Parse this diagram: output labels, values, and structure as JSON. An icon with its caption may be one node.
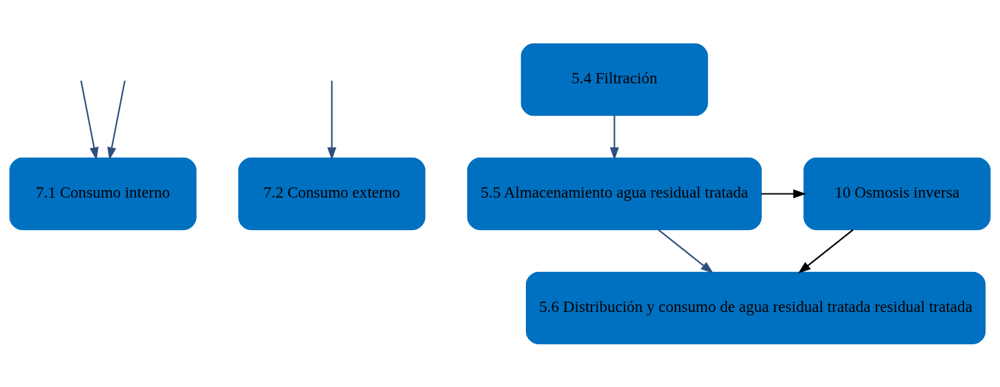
{
  "diagram": {
    "nodes": [
      {
        "text": [
          "7.1 Consumo interno"
        ]
      },
      {
        "text": [
          "7.2 Consumo externo"
        ]
      },
      {
        "text": [
          "5.4 Filtración"
        ]
      },
      {
        "text": [
          "5.5 Almacenamiento agua residual tratada"
        ]
      },
      {
        "text": [
          "10 Osmosis inversa"
        ]
      },
      {
        "text": [
          "5.6 Distribución y consumo de agua residual tratada residual tratada"
        ]
      }
    ],
    "edges": [
      {
        "from": null,
        "to": 0,
        "arrow": "to"
      },
      {
        "from": null,
        "to": 0,
        "arrow": "to"
      },
      {
        "from": null,
        "to": 1,
        "arrow": "to"
      },
      {
        "from": 2,
        "to": 3,
        "arrow": "to"
      },
      {
        "from": 3,
        "to": 5,
        "arrow": "to"
      },
      {
        "from": 3,
        "to": 4,
        "arrow": "to",
        "color": "#000000"
      },
      {
        "from": 4,
        "to": 5,
        "arrow": "to",
        "color": "#000000"
      }
    ]
  }
}
